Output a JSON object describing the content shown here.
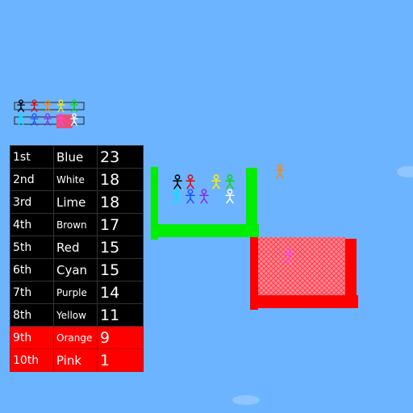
{
  "leaderboard": [
    {
      "rank": "1st",
      "name": "Blue",
      "score": "23",
      "eliminated": false
    },
    {
      "rank": "2nd",
      "name": "White",
      "score": "18",
      "eliminated": false
    },
    {
      "rank": "3rd",
      "name": "Lime",
      "score": "18",
      "eliminated": false
    },
    {
      "rank": "4th",
      "name": "Brown",
      "score": "17",
      "eliminated": false
    },
    {
      "rank": "5th",
      "name": "Red",
      "score": "15",
      "eliminated": false
    },
    {
      "rank": "6th",
      "name": "Cyan",
      "score": "15",
      "eliminated": false
    },
    {
      "rank": "7th",
      "name": "Purple",
      "score": "14",
      "eliminated": false
    },
    {
      "rank": "8th",
      "name": "Yellow",
      "score": "11",
      "eliminated": false
    },
    {
      "rank": "9th",
      "name": "Orange",
      "score": "9",
      "eliminated": true
    },
    {
      "rank": "10th",
      "name": "Pink",
      "score": "1",
      "eliminated": true
    }
  ],
  "colors": {
    "sky": "#6cb4ff",
    "board_row": "#000000",
    "eliminated_row": "#ff0000",
    "safe_box": "#00ee00",
    "danger_box": "#ff0000",
    "Blue": "#1a4fff",
    "White": "#ffffff",
    "Lime": "#00dd00",
    "Brown": "#7a4a1a",
    "Red": "#ee0000",
    "Cyan": "#00e5ff",
    "Purple": "#8a2be2",
    "Yellow": "#ffee00",
    "Orange": "#ff8800",
    "Pink": "#ff44dd",
    "Black": "#000000"
  },
  "roster_row1": [
    "Black",
    "Red",
    "Orange",
    "Yellow",
    "Lime"
  ],
  "roster_row2": [
    "Cyan",
    "Blue",
    "Purple",
    "Pink",
    "White"
  ],
  "safe_zone_players": [
    "Black",
    "Red",
    "Yellow",
    "Lime",
    "Cyan",
    "Blue",
    "Purple",
    "White"
  ],
  "danger_zone_players": [
    "Pink"
  ],
  "outside_players": [
    "Orange"
  ]
}
